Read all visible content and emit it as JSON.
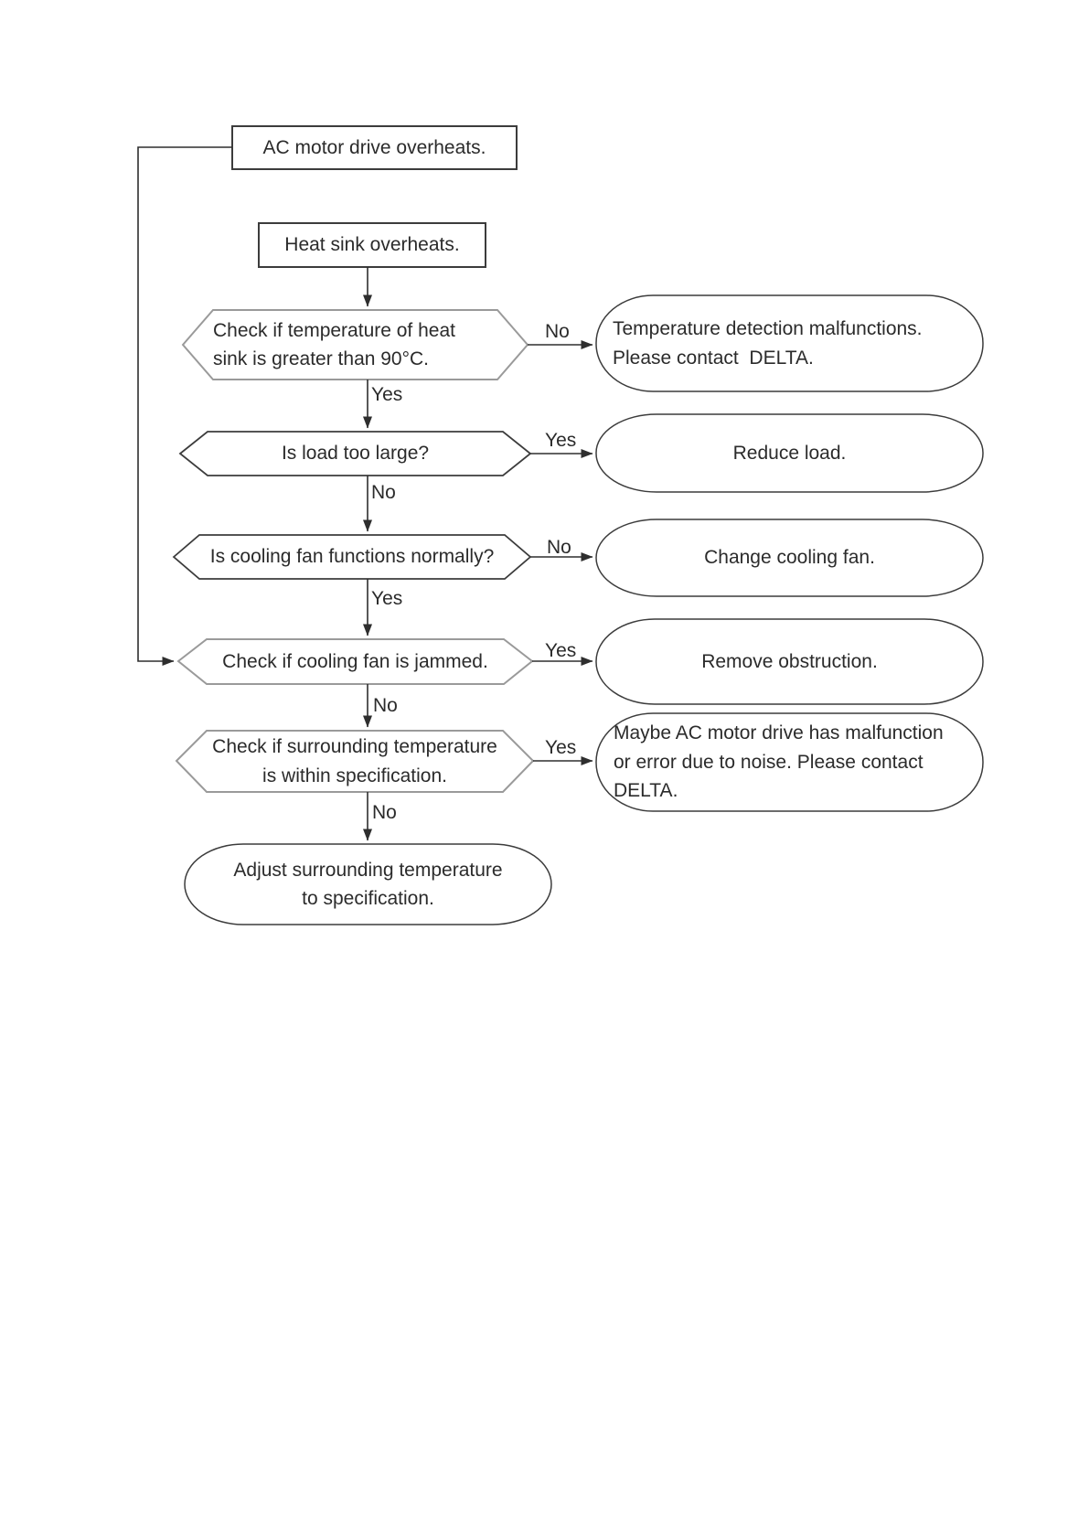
{
  "diagram": {
    "type": "flowchart",
    "topic": "AC motor drive overheating troubleshooting",
    "nodes": [
      {
        "id": "start",
        "shape": "process",
        "label": "AC motor drive overheats."
      },
      {
        "id": "heat-sink",
        "shape": "process",
        "label": "Heat sink overheats."
      },
      {
        "id": "check-temp",
        "shape": "decision",
        "label": "Check if temperature of heat\nsink is greater than 90°C."
      },
      {
        "id": "temp-malfunction",
        "shape": "terminator",
        "label": "Temperature detection malfunctions.\nPlease contact  DELTA."
      },
      {
        "id": "load-too-large",
        "shape": "decision",
        "label": "Is load too large?"
      },
      {
        "id": "reduce-load",
        "shape": "terminator",
        "label": "Reduce load."
      },
      {
        "id": "fan-normal",
        "shape": "decision",
        "label": "Is cooling fan functions normally?"
      },
      {
        "id": "change-fan",
        "shape": "terminator",
        "label": "Change cooling fan."
      },
      {
        "id": "fan-jammed",
        "shape": "decision",
        "label": "Check if cooling fan is jammed."
      },
      {
        "id": "remove-obstruction",
        "shape": "terminator",
        "label": "Remove obstruction."
      },
      {
        "id": "surrounding-temp",
        "shape": "decision",
        "label": "Check if surrounding temperature\nis within specification."
      },
      {
        "id": "noise-malfunction",
        "shape": "terminator",
        "label": "Maybe AC motor drive has malfunction\nor error due to noise. Please contact\nDELTA."
      },
      {
        "id": "adjust-temp",
        "shape": "terminator",
        "label": "Adjust surrounding temperature\nto specification."
      }
    ],
    "edges": [
      {
        "from": "heat-sink",
        "to": "check-temp",
        "label": ""
      },
      {
        "from": "check-temp",
        "to": "temp-malfunction",
        "label": "No"
      },
      {
        "from": "check-temp",
        "to": "load-too-large",
        "label": "Yes"
      },
      {
        "from": "load-too-large",
        "to": "reduce-load",
        "label": "Yes"
      },
      {
        "from": "load-too-large",
        "to": "fan-normal",
        "label": "No"
      },
      {
        "from": "fan-normal",
        "to": "change-fan",
        "label": "No"
      },
      {
        "from": "fan-normal",
        "to": "fan-jammed",
        "label": "Yes"
      },
      {
        "from": "fan-jammed",
        "to": "remove-obstruction",
        "label": "Yes"
      },
      {
        "from": "fan-jammed",
        "to": "surrounding-temp",
        "label": "No"
      },
      {
        "from": "surrounding-temp",
        "to": "noise-malfunction",
        "label": "Yes"
      },
      {
        "from": "surrounding-temp",
        "to": "adjust-temp",
        "label": "No"
      },
      {
        "from": "start",
        "to": "fan-jammed",
        "label": ""
      }
    ],
    "colors": {
      "background": "#ffffff",
      "shape_fill": "#ffffff",
      "stroke_dark": "#3c3c3c",
      "stroke_gray": "#9a9a9a",
      "arrow": "#2e2e2e",
      "text": "#2b2b2b"
    }
  }
}
